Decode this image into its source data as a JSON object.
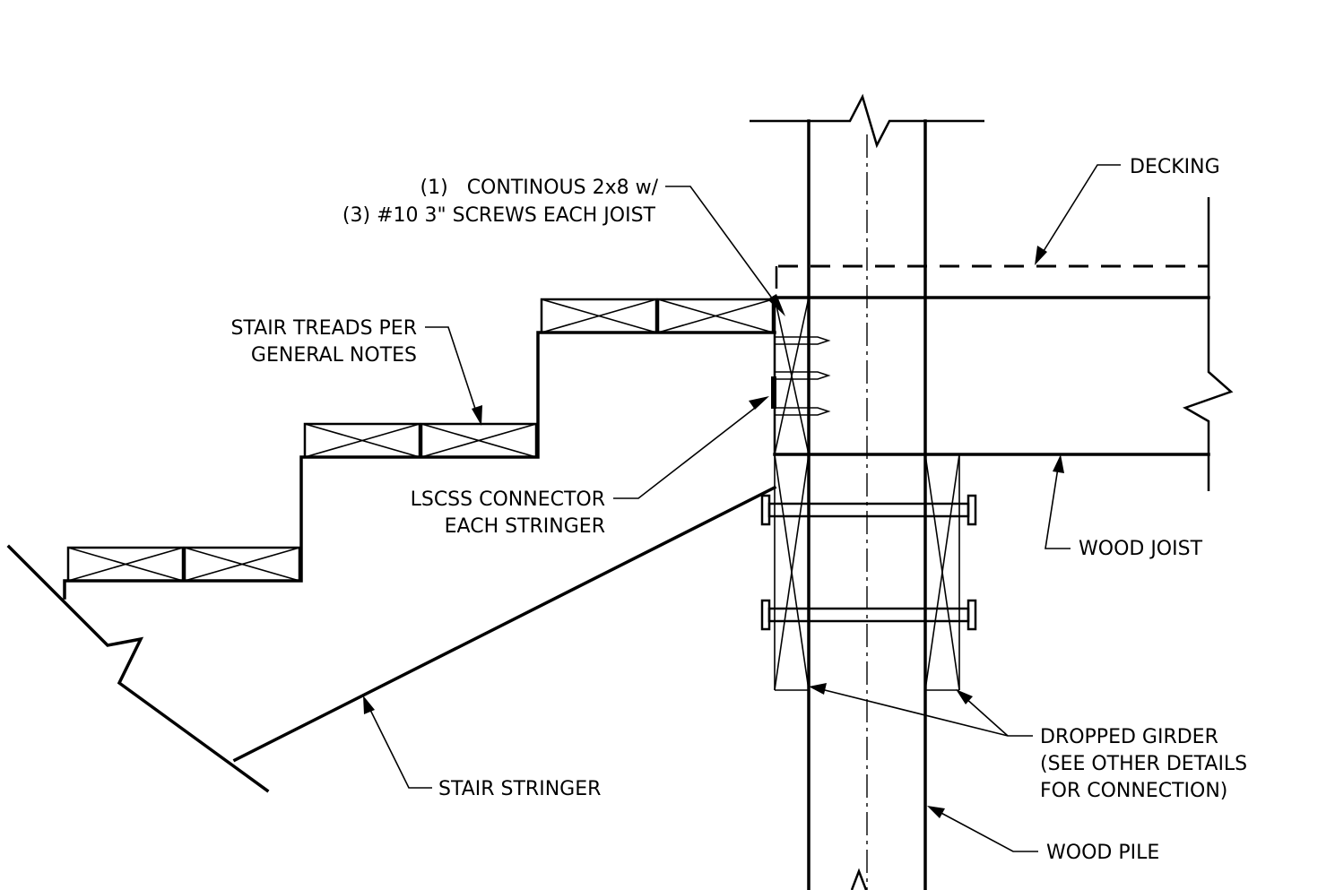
{
  "labels": {
    "continuous_2x8_line1": "(1)   CONTINOUS 2x8 w/",
    "continuous_2x8_line2": "(3) #10 3\" SCREWS EACH JOIST",
    "decking": "DECKING",
    "stair_treads_line1": "STAIR TREADS PER",
    "stair_treads_line2": "GENERAL NOTES",
    "lscss_line1": "LSCSS CONNECTOR",
    "lscss_line2": "EACH STRINGER",
    "wood_joist": "WOOD JOIST",
    "dropped_girder_line1": "DROPPED GIRDER",
    "dropped_girder_line2": "(SEE OTHER DETAILS",
    "dropped_girder_line3": "FOR CONNECTION)",
    "stair_stringer": "STAIR STRINGER",
    "wood_pile": "WOOD PILE"
  },
  "colors": {
    "ink": "#000000",
    "background": "#ffffff"
  }
}
